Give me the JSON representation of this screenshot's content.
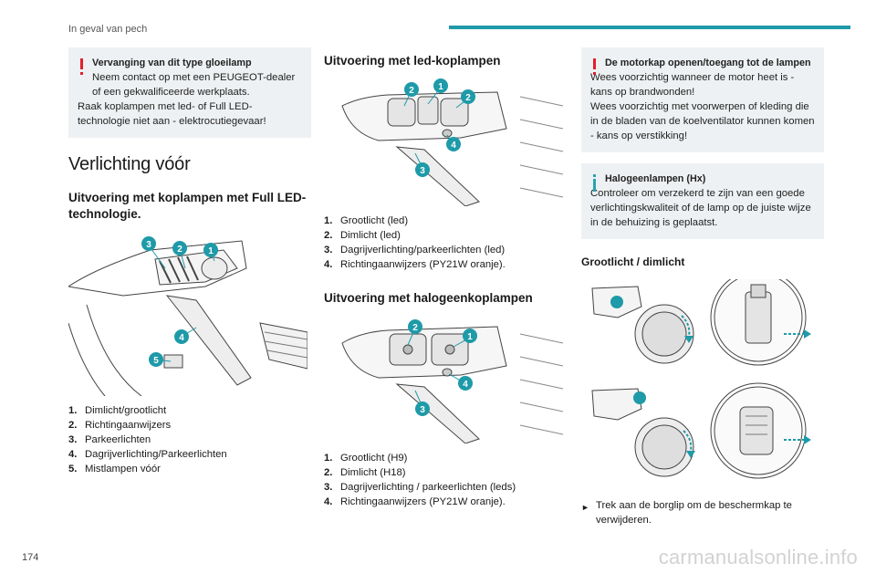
{
  "header": {
    "section": "In geval van pech"
  },
  "page_number": "174",
  "watermark": "carmanualsonline.info",
  "col1": {
    "note": {
      "title": "Vervanging van dit type gloeilamp",
      "lines": [
        "Neem contact op met een PEUGEOT-dealer of een gekwalificeerde werkplaats.",
        "Raak koplampen met led- of Full LED-technologie niet aan - elektrocutiegevaar!"
      ]
    },
    "section_title": "Verlichting vóór",
    "subtitle": "Uitvoering met koplampen met Full LED-technologie.",
    "legend": [
      {
        "n": "1.",
        "text": "Dimlicht/grootlicht"
      },
      {
        "n": "2.",
        "text": "Richtingaanwijzers"
      },
      {
        "n": "3.",
        "text": "Parkeerlichten"
      },
      {
        "n": "4.",
        "text": "Dagrijverlichting/Parkeerlichten"
      },
      {
        "n": "5.",
        "text": "Mistlampen vóór"
      }
    ],
    "callouts": [
      "3",
      "2",
      "1",
      "4",
      "5"
    ]
  },
  "col2": {
    "subtitle1": "Uitvoering met led-koplampen",
    "callouts1": [
      "2",
      "1",
      "2",
      "4",
      "3"
    ],
    "legend1": [
      {
        "n": "1.",
        "text": "Grootlicht (led)"
      },
      {
        "n": "2.",
        "text": "Dimlicht (led)"
      },
      {
        "n": "3.",
        "text": "Dagrijverlichting/parkeerlichten (led)"
      },
      {
        "n": "4.",
        "text": "Richtingaanwijzers (PY21W oranje)."
      }
    ],
    "subtitle2": "Uitvoering met halogeenkoplampen",
    "callouts2": [
      "2",
      "1",
      "4",
      "3"
    ],
    "legend2": [
      {
        "n": "1.",
        "text": "Grootlicht (H9)"
      },
      {
        "n": "2.",
        "text": "Dimlicht (H18)"
      },
      {
        "n": "3.",
        "text": "Dagrijverlichting / parkeerlichten (leds)"
      },
      {
        "n": "4.",
        "text": "Richtingaanwijzers (PY21W oranje)."
      }
    ]
  },
  "col3": {
    "warning": {
      "title": "De motorkap openen/toegang tot de lampen",
      "lines": [
        "Wees voorzichtig wanneer de motor heet is - kans op brandwonden!",
        "Wees voorzichtig met voorwerpen of kleding die in de bladen van de koelventilator kunnen komen - kans op verstikking!"
      ]
    },
    "info": {
      "title": "Halogeenlampen (Hx)",
      "lines": [
        "Controleer om verzekerd te zijn van een goede verlichtingskwaliteit of de lamp op de juiste wijze in de behuizing is geplaatst."
      ]
    },
    "subtitle": "Grootlicht / dimlicht",
    "instruction": "Trek aan de borglip om de beschermkap te verwijderen.",
    "instruction_marker": "►"
  },
  "colors": {
    "accent": "#1e9aa8",
    "warning": "#e0202c",
    "note_bg": "#eef1f3"
  }
}
